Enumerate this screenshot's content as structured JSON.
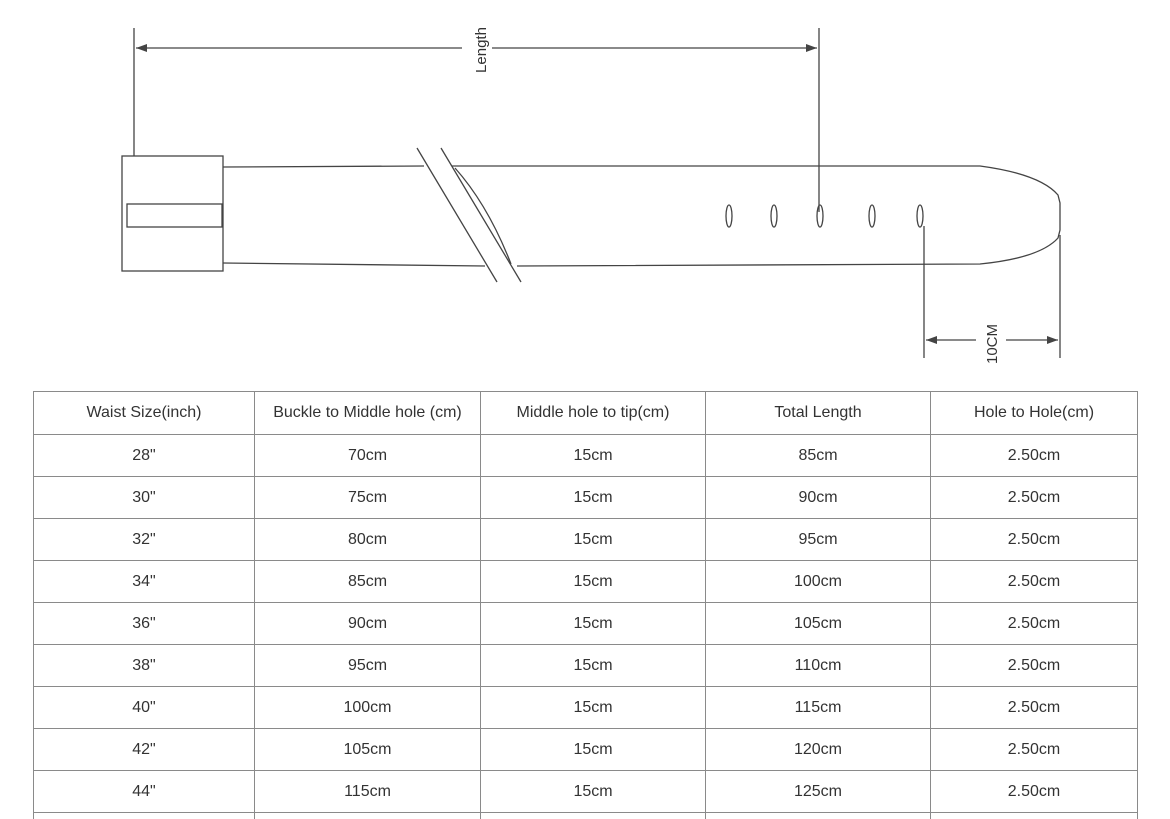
{
  "diagram": {
    "length_label": "Length",
    "tip_label": "10CM"
  },
  "table": {
    "headers": [
      "Waist Size(inch)",
      "Buckle to Middle hole (cm)",
      "Middle hole to tip(cm)",
      "Total Length",
      "Hole to Hole(cm)"
    ],
    "rows": [
      [
        "28\"",
        "70cm",
        "15cm",
        "85cm",
        "2.50cm"
      ],
      [
        "30\"",
        "75cm",
        "15cm",
        "90cm",
        "2.50cm"
      ],
      [
        "32\"",
        "80cm",
        "15cm",
        "95cm",
        "2.50cm"
      ],
      [
        "34\"",
        "85cm",
        "15cm",
        "100cm",
        "2.50cm"
      ],
      [
        "36\"",
        "90cm",
        "15cm",
        "105cm",
        "2.50cm"
      ],
      [
        "38\"",
        "95cm",
        "15cm",
        "110cm",
        "2.50cm"
      ],
      [
        "40\"",
        "100cm",
        "15cm",
        "115cm",
        "2.50cm"
      ],
      [
        "42\"",
        "105cm",
        "15cm",
        "120cm",
        "2.50cm"
      ],
      [
        "44\"",
        "115cm",
        "15cm",
        "125cm",
        "2.50cm"
      ]
    ]
  }
}
